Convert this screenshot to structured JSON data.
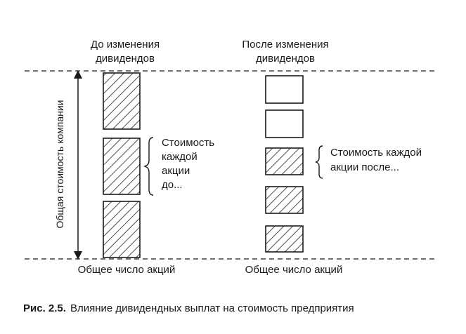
{
  "diagram": {
    "before": {
      "heading": [
        "До изменения",
        "дивидендов"
      ],
      "blocks": 3,
      "annotation": [
        "Стоимость",
        "каждой",
        "акции",
        "до..."
      ],
      "bottom_label": "Общее число акций"
    },
    "after": {
      "heading": [
        "После изменения",
        "дивидендов"
      ],
      "blocks_plain": 2,
      "blocks_hatched": 3,
      "annotation": [
        "Стоимость каждой",
        "акции после..."
      ],
      "bottom_label": "Общее число акций"
    },
    "axis_label": "Общая стоимость компании"
  },
  "caption": {
    "prefix": "Рис. 2.5.",
    "text": "Влияние дивидендных выплат на стоимость предприятия"
  }
}
